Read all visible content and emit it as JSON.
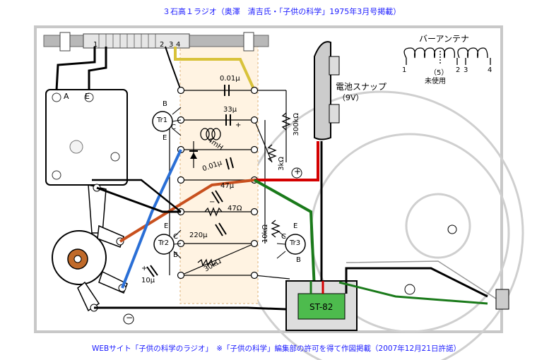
{
  "header": {
    "title": "３石高１ラジオ（奥澤　清吉氏・「子供の科学」1975年3月号掲載）"
  },
  "footer": {
    "credit": "WEBサイト「子供の科学のラジオ」　※「子供の科学」編集部の許可を得て作図掲載（2007年12月21日許諾）"
  },
  "bar_antenna": {
    "title": "バーアンテナ",
    "term1": "1",
    "term5": "（5）",
    "term2": "2",
    "term3": "3",
    "term4": "4",
    "unused": "未使用",
    "rod_labels": {
      "l1": "1",
      "l2": "2",
      "l3": "3",
      "l4": "4"
    }
  },
  "battery": {
    "label": "電池スナップ",
    "voltage": "（9V）",
    "plus": "+",
    "minus": "−"
  },
  "variable_capacitor": {
    "a": "A",
    "e": "E"
  },
  "transistors": {
    "tr1": {
      "name": "Tr1",
      "b": "B",
      "c": "C",
      "e": "E"
    },
    "tr2": {
      "name": "Tr2",
      "b": "B",
      "c": "C",
      "e": "E"
    },
    "tr3": {
      "name": "Tr3",
      "b": "B",
      "c": "C",
      "e": "E"
    }
  },
  "components": {
    "c1": "0.01μ",
    "c2": "33μ",
    "coil": "4mH",
    "c3": "0.01μ",
    "r1": "300kΩ",
    "r2": "3kΩ",
    "c4": "47μ",
    "r3": "47Ω",
    "c5": "220μ",
    "r4": "10kΩ",
    "r5": "30kΩ",
    "c6": "10μ",
    "plus_sign": "+",
    "minus_sign": "−"
  },
  "transformer": {
    "label": "ST-82"
  },
  "colors": {
    "wire_red": "#d40000",
    "wire_green": "#1a7a1a",
    "wire_blue": "#2a6fd6",
    "wire_orange": "#c8501e",
    "wire_yellow": "#d8c23a",
    "board": "#fff3e2",
    "bar": "#b8b8b8",
    "transformer_core": "#4dbb4d",
    "text_blue": "#1a1aff"
  }
}
